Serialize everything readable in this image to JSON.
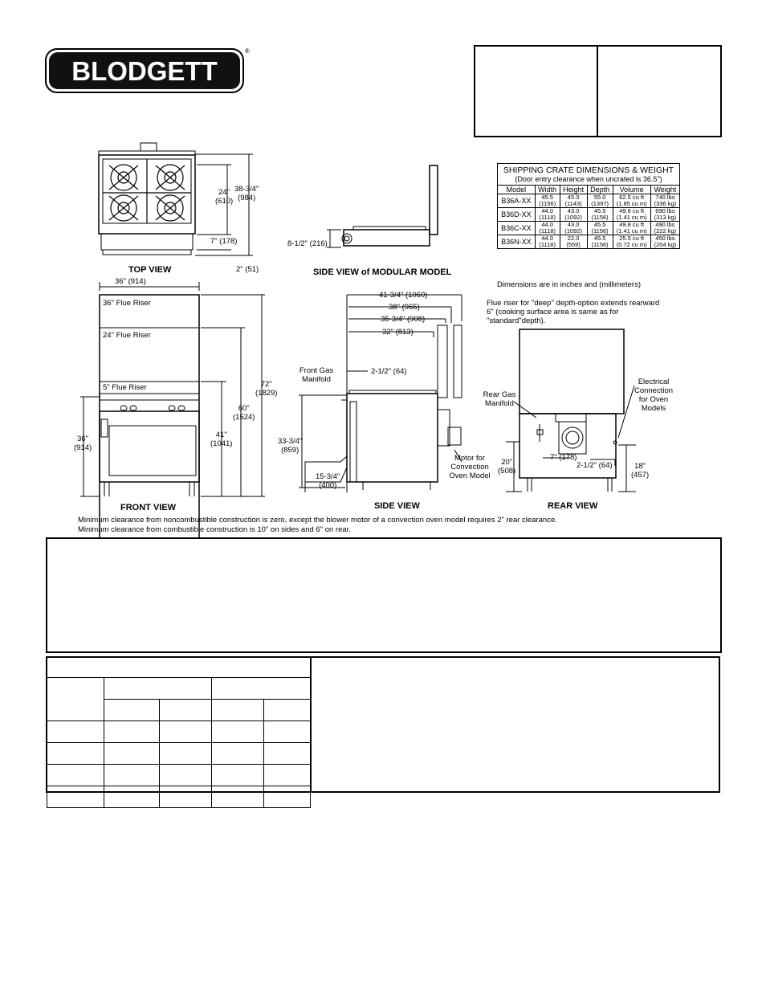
{
  "brand": {
    "name": "BLODGETT",
    "reg": "®"
  },
  "views": {
    "top": "TOP VIEW",
    "side_modular": "SIDE VIEW of MODULAR MODEL",
    "front": "FRONT VIEW",
    "side": "SIDE VIEW",
    "rear": "REAR VIEW"
  },
  "top_view_dims": {
    "depth_burner": "24\"",
    "depth_burner_mm": "(610)",
    "total": "38-3/4\"",
    "total_mm": "(984)",
    "front": "7\" (178)",
    "rear": "2\" (51)"
  },
  "modular_dims": {
    "height": "8-1/2\" (216)"
  },
  "front_view": {
    "width": "36\" (914)",
    "risers": [
      "36\" Flue Riser",
      "24\" Flue Riser",
      "5\" Flue Riser"
    ],
    "h36": "36\"",
    "h36_mm": "(914)",
    "h41": "41\"",
    "h41_mm": "(1041)",
    "h60": "60\"",
    "h60_mm": "(1524)",
    "h72": "72\"",
    "h72_mm": "(1829)"
  },
  "side_view": {
    "d1": "41-3/4\" (1060)",
    "d2": "38\" (965)",
    "d3": "35-3/4\" (908)",
    "d4": "32\" (813)",
    "d5": "2-1/2\" (64)",
    "front_manifold": "Front Gas Manifold",
    "h": "33-3/4\"",
    "h_mm": "(859)",
    "leg": "15-3/4\"",
    "leg_mm": "(400)",
    "motor": "Motor for Convection Oven Model"
  },
  "rear_view": {
    "note": "Flue riser for \"deep\" depth-option extends rearward 6\" (cooking surface area is same as for \"standard\"depth).",
    "rear_manifold": "Rear Gas Manifold",
    "electrical": "Electrical Connection for Oven Models",
    "h20": "20\"",
    "h20_mm": "(508)",
    "d7": "7\" (178)",
    "d25": "2-1/2\" (64)",
    "h18": "18\"",
    "h18_mm": "(457)"
  },
  "shipping": {
    "title": "SHIPPING CRATE DIMENSIONS & WEIGHT",
    "subtitle": "(Door entry clearance when uncrated is 36.5\")",
    "headers": [
      "Model",
      "Width",
      "Height",
      "Depth",
      "Volume",
      "Weight"
    ],
    "rows": [
      {
        "model": "B36A-XX",
        "w": "45.5",
        "w_mm": "(1156)",
        "h": "45.0",
        "h_mm": "(1143)",
        "d": "55.0",
        "d_mm": "(1397)",
        "v": "62.5 cu ft",
        "v_m": "(1.85 cu m)",
        "wt": "740 lbs",
        "wt_kg": "(336 kg)"
      },
      {
        "model": "B36D-XX",
        "w": "44.0",
        "w_mm": "(1118)",
        "h": "43.0",
        "h_mm": "(1092)",
        "d": "45.5",
        "d_mm": "(1156)",
        "v": "49.8 cu ft",
        "v_m": "(1.41 cu m)",
        "wt": "690 lbs",
        "wt_kg": "(313 kg)"
      },
      {
        "model": "B36C-XX",
        "w": "44.0",
        "w_mm": "(1118)",
        "h": "43.0",
        "h_mm": "(1092)",
        "d": "45.5",
        "d_mm": "(1156)",
        "v": "49.8 cu ft",
        "v_m": "(1.41 cu m)",
        "wt": "490 lbs",
        "wt_kg": "(222 kg)"
      },
      {
        "model": "B36N-XX",
        "w": "44.0",
        "w_mm": "(1118)",
        "h": "22.0",
        "h_mm": "(559)",
        "d": "45.5",
        "d_mm": "(1156)",
        "v": "25.5 cu ft",
        "v_m": "(0.72 cu m)",
        "wt": "450 lbs",
        "wt_kg": "(204 kg)"
      }
    ],
    "footnote": "Dimensions are in inches and (millimeters)"
  },
  "clearance": {
    "line1": "Minimum clearance from noncombustible construction is zero, except the blower motor of a convection oven model requires 2\" rear clearance.",
    "line2": "Minimum clearance from combustible construction is 10\" on sides and 6\" on rear."
  }
}
